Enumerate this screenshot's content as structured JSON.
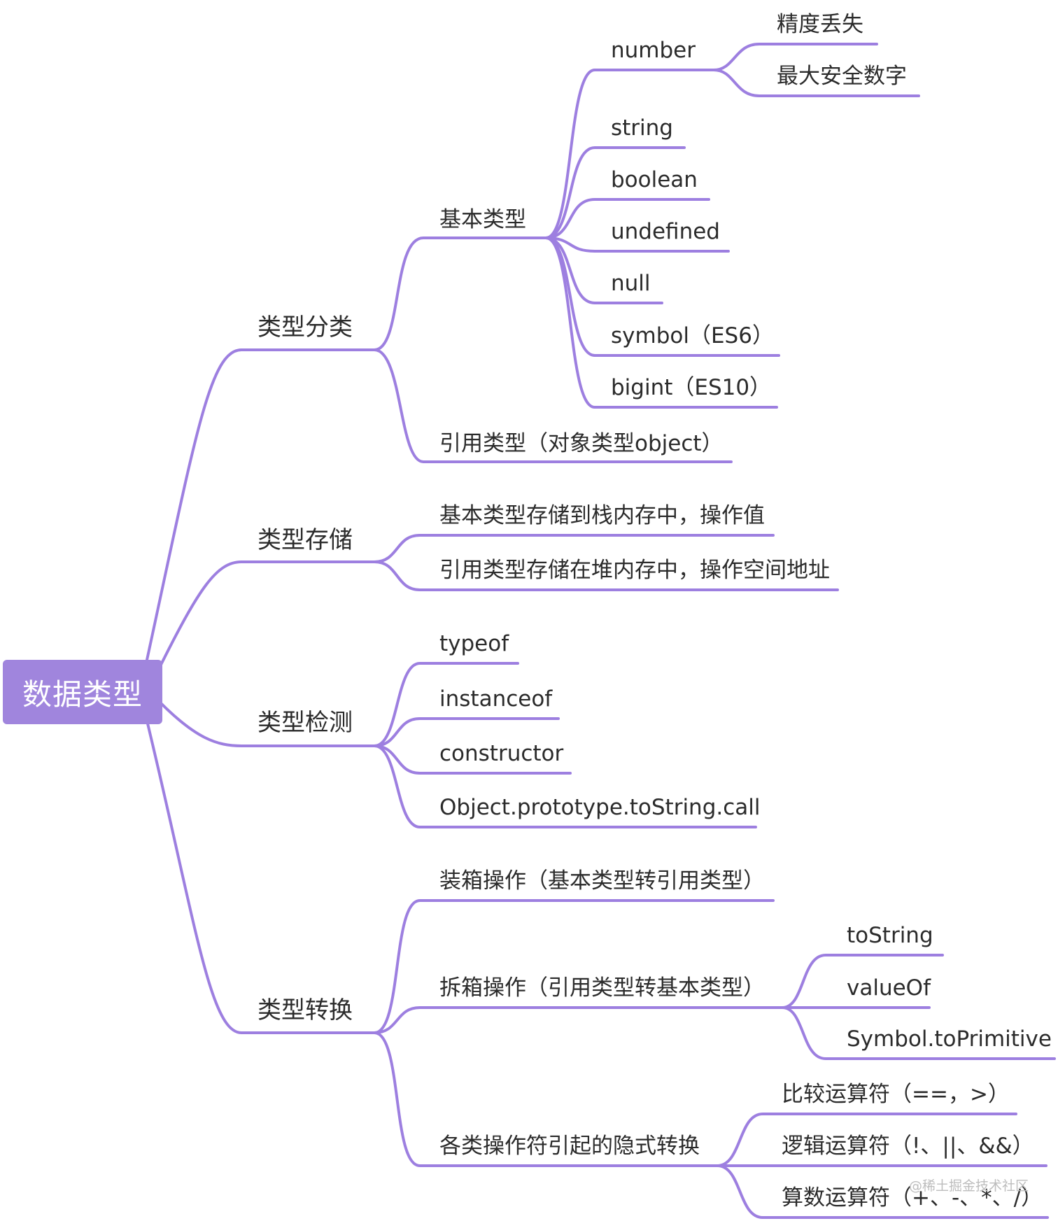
{
  "colors": {
    "accent": "#a085dd",
    "line": "#9d7fe0",
    "text": "#2b2b2b",
    "watermark": "#bdbdbd"
  },
  "root": {
    "label": "数据类型"
  },
  "branches": [
    {
      "label": "类型分类",
      "children": [
        {
          "label": "基本类型",
          "children": [
            {
              "label": "number",
              "children": [
                {
                  "label": "精度丢失"
                },
                {
                  "label": "最大安全数字"
                }
              ]
            },
            {
              "label": "string"
            },
            {
              "label": "boolean"
            },
            {
              "label": "undefined"
            },
            {
              "label": "null"
            },
            {
              "label": "symbol（ES6）"
            },
            {
              "label": "bigint（ES10）"
            }
          ]
        },
        {
          "label": "引用类型（对象类型object）"
        }
      ]
    },
    {
      "label": "类型存储",
      "children": [
        {
          "label": "基本类型存储到栈内存中，操作值"
        },
        {
          "label": "引用类型存储在堆内存中，操作空间地址"
        }
      ]
    },
    {
      "label": "类型检测",
      "children": [
        {
          "label": "typeof"
        },
        {
          "label": "instanceof"
        },
        {
          "label": "constructor"
        },
        {
          "label": "Object.prototype.toString.call"
        }
      ]
    },
    {
      "label": "类型转换",
      "children": [
        {
          "label": "装箱操作（基本类型转引用类型）"
        },
        {
          "label": "拆箱操作（引用类型转基本类型）",
          "children": [
            {
              "label": "toString"
            },
            {
              "label": "valueOf"
            },
            {
              "label": "Symbol.toPrimitive"
            }
          ]
        },
        {
          "label": "各类操作符引起的隐式转换",
          "children": [
            {
              "label": "比较运算符（==，>）"
            },
            {
              "label": "逻辑运算符（!、||、&&）"
            },
            {
              "label": "算数运算符（+、-、*、/）"
            }
          ]
        }
      ]
    }
  ],
  "watermark": "@稀土掘金技术社区"
}
